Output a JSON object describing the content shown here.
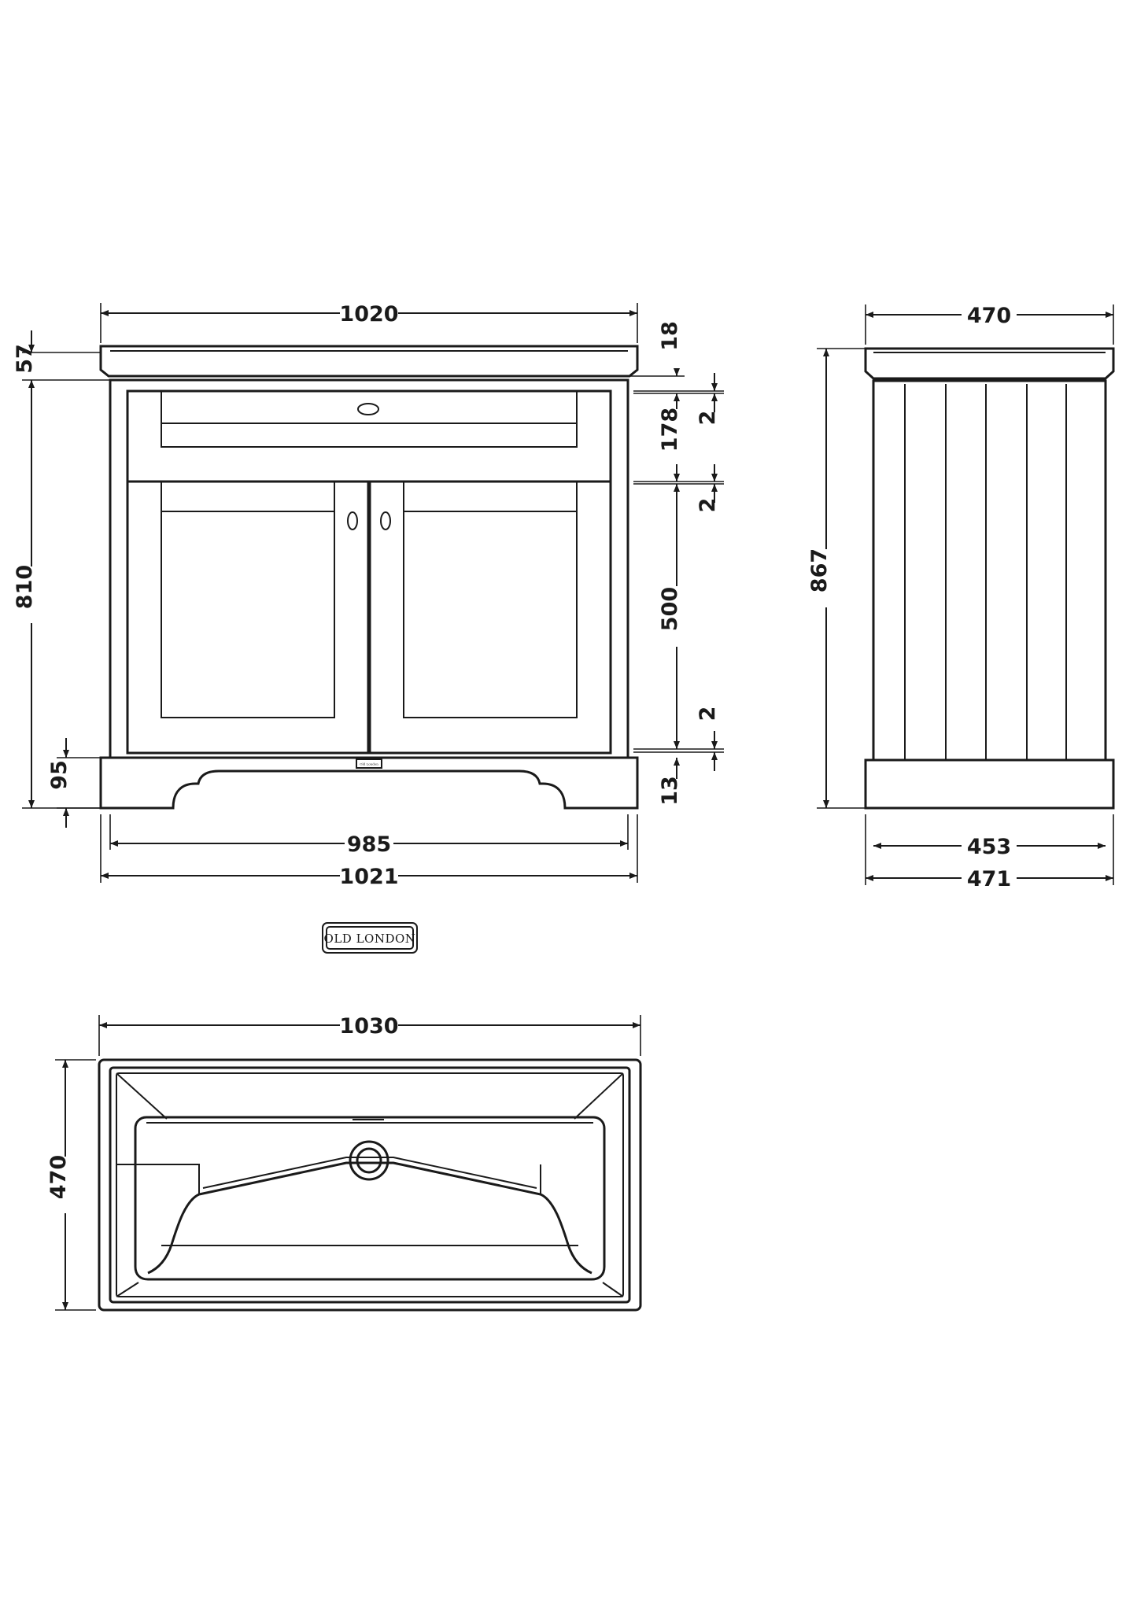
{
  "brand": {
    "logo_text": "OLD LONDON",
    "plaque_text": "Old London"
  },
  "front_view": {
    "width_top": "1020",
    "width_bottom_inner": "985",
    "width_bottom_outer": "1021",
    "height_total": "810",
    "basin_lip": "57",
    "basin_rim": "18",
    "gap_top": "2",
    "drawer_height": "178",
    "gap_mid": "2",
    "door_height": "500",
    "gap_bottom": "2",
    "plinth_offset": "13",
    "plinth_height": "95"
  },
  "side_view": {
    "depth_top": "470",
    "height_total": "867",
    "depth_bottom_inner": "453",
    "depth_bottom_outer": "471"
  },
  "plan_view": {
    "width": "1030",
    "depth": "470"
  },
  "colors": {
    "line": "#1a1a1a",
    "background": "#ffffff"
  }
}
